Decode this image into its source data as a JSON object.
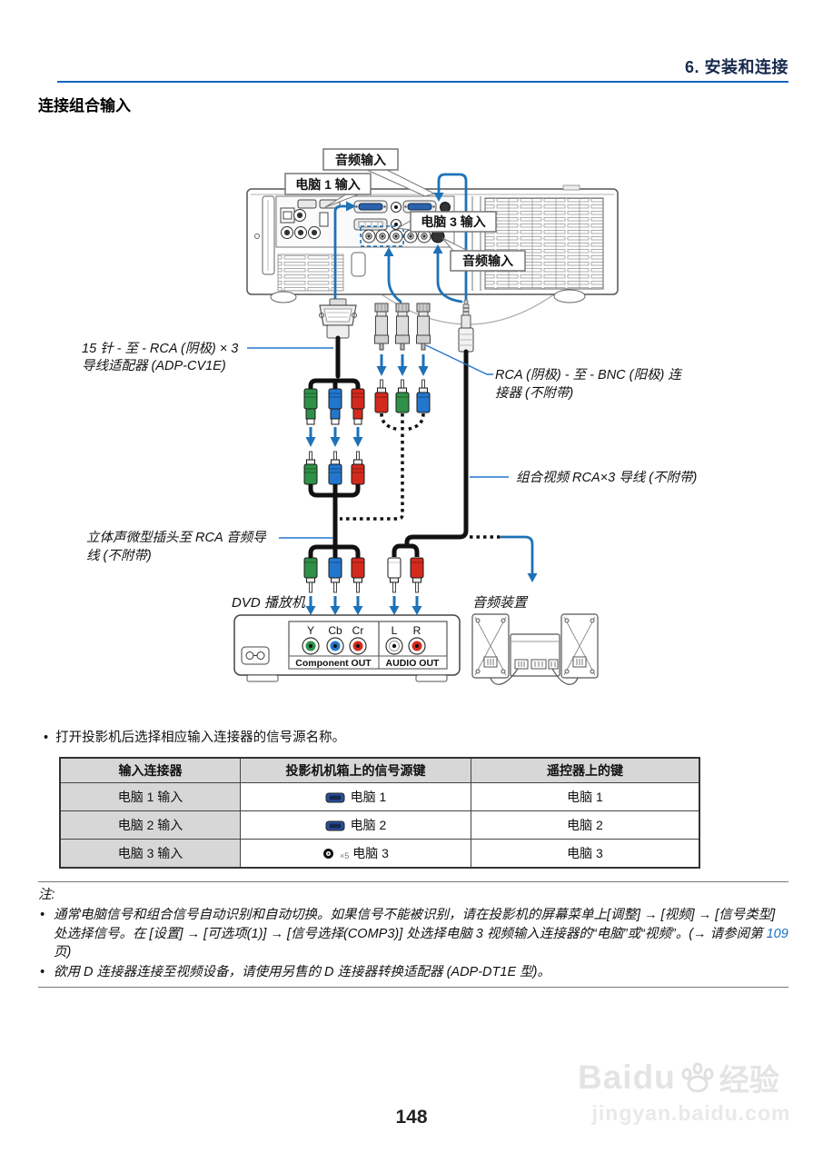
{
  "page": {
    "chapter": "6. 安装和连接",
    "section_title": "连接组合输入",
    "page_number": "148",
    "watermark": {
      "brand": "Baidu",
      "suffix": "经验",
      "url": "jingyan.baidu.com"
    }
  },
  "diagram": {
    "callouts": {
      "audio_top": "音频输入",
      "computer1": "电脑 1 输入",
      "computer3": "电脑 3 输入",
      "audio_bottom": "音频输入"
    },
    "labels": {
      "adapter_line1": "15 针 - 至 - RCA (阴极) × 3",
      "adapter_line2": "导线适配器 (ADP-CV1E)",
      "bnc_line1": "RCA (阴极) - 至 - BNC (阳极) 连",
      "bnc_line2": "接器 (不附带)",
      "component_cable": "组合视频 RCA×3 导线 (不附带)",
      "audio_cable_line1": "立体声微型插头至 RCA 音频导",
      "audio_cable_line2": "线 (不附带)",
      "dvd_player": "DVD 播放机",
      "audio_equipment": "音频装置"
    },
    "dvd": {
      "y": "Y",
      "cb": "Cb",
      "cr": "Cr",
      "l": "L",
      "r": "R",
      "component_out": "Component OUT",
      "audio_out": "AUDIO OUT"
    }
  },
  "intro_bullet": "打开投影机后选择相应输入连接器的信号源名称。",
  "table": {
    "headers": [
      "输入连接器",
      "投影机机箱上的信号源键",
      "遥控器上的键"
    ],
    "rows": [
      {
        "connector": "电脑 1 输入",
        "source_key": "电脑 1",
        "remote_key": "电脑 1"
      },
      {
        "connector": "电脑 2 输入",
        "source_key": "电脑 2",
        "remote_key": "电脑 2"
      },
      {
        "connector": "电脑 3 输入",
        "source_key": "电脑 3",
        "remote_key": "电脑 3",
        "icon_label": "×5"
      }
    ]
  },
  "notes": {
    "title": "注:",
    "note1_part1": "通常电脑信号和组合信号自动识别和自动切换。如果信号不能被识别，请在投影机的屏幕菜单上[调整] → [视频] → [信号类型] 处选择信号。在 [设置] → [可选项(1)] → [信号选择(COMP3)] 处选择电脑 3 视频输入连接器的“电脑”或“视频”。(→ 请参阅第 ",
    "note1_link": "109",
    "note1_part2": " 页)",
    "note2": "欲用 D 连接器连接至视频设备，请使用另售的 D 连接器转换适配器 (ADP-DT1E 型)。"
  }
}
